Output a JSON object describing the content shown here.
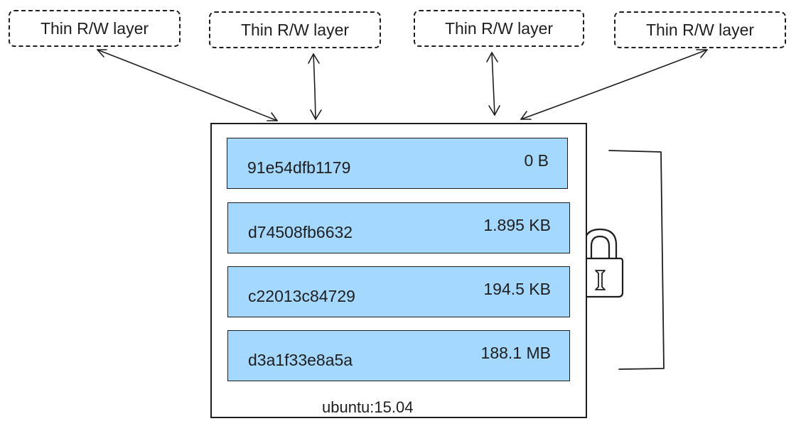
{
  "rw_layers": [
    {
      "label": "Thin R/W layer"
    },
    {
      "label": "Thin R/W layer"
    },
    {
      "label": "Thin R/W layer"
    },
    {
      "label": "Thin R/W layer"
    }
  ],
  "image": {
    "label": "ubuntu:15.04",
    "layers": [
      {
        "id": "91e54dfb1179",
        "size": "0 B"
      },
      {
        "id": "d74508fb6632",
        "size": "1.895 KB"
      },
      {
        "id": "c22013c84729",
        "size": "194.5 KB"
      },
      {
        "id": "d3a1f33e8a5a",
        "size": "188.1 MB"
      }
    ]
  },
  "colors": {
    "layer_fill": "#a5d8ff",
    "stroke": "#1e1e1e"
  },
  "icons": {
    "lock": "lock-icon"
  }
}
